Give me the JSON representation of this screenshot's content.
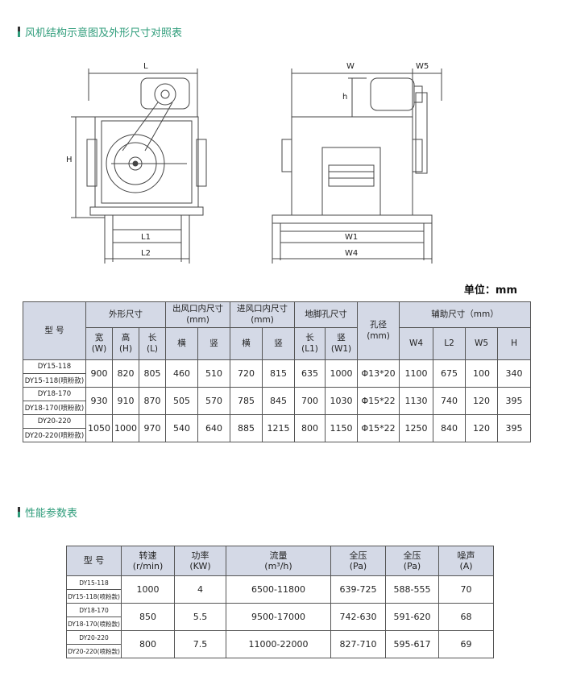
{
  "section1": {
    "title": "风机结构示意图及外形尺寸对照表"
  },
  "drawing": {
    "left_labels": {
      "L": "L",
      "H": "H",
      "L1": "L1",
      "L2": "L2"
    },
    "right_labels": {
      "W": "W",
      "W5": "W5",
      "h": "h",
      "W1": "W1",
      "W4": "W4"
    }
  },
  "unit_label": "单位：mm",
  "dims_table": {
    "headers": {
      "model": "型 号",
      "outer": "外形尺寸",
      "outlet": "出风口内尺寸\n(mm)",
      "inlet": "进风口内尺寸\n(mm)",
      "foot": "地脚孔尺寸",
      "hole": "孔径\n(mm)",
      "aux": "辅助尺寸（mm）",
      "sub": [
        "宽\n(W)",
        "高\n(H)",
        "长\n(L)",
        "横",
        "竖",
        "横",
        "竖",
        "长\n(L1)",
        "竖\n(W1)",
        "W4",
        "L2",
        "W5",
        "H"
      ]
    },
    "rows": [
      {
        "model_a": "DY15-118",
        "model_b": "DY15-118(喷粉款)",
        "values": [
          "900",
          "820",
          "805",
          "460",
          "510",
          "720",
          "815",
          "635",
          "1000",
          "Φ13*20",
          "1100",
          "675",
          "100",
          "340"
        ]
      },
      {
        "model_a": "DY18-170",
        "model_b": "DY18-170(喷粉款)",
        "values": [
          "930",
          "910",
          "870",
          "505",
          "570",
          "785",
          "845",
          "700",
          "1030",
          "Φ15*22",
          "1130",
          "740",
          "120",
          "395"
        ]
      },
      {
        "model_a": "DY20-220",
        "model_b": "DY20-220(喷粉款)",
        "values": [
          "1050",
          "1000",
          "970",
          "540",
          "640",
          "885",
          "1215",
          "800",
          "1150",
          "Φ15*22",
          "1250",
          "840",
          "120",
          "395"
        ]
      }
    ]
  },
  "section2": {
    "title": "性能参数表"
  },
  "perf_table": {
    "headers": [
      "型 号",
      "转速\n(r/min)",
      "功率\n(KW)",
      "流量\n(m³/h)",
      "全压\n(Pa)",
      "全压\n(Pa)",
      "噪声\n(A)"
    ],
    "rows": [
      {
        "model_a": "DY15-118",
        "model_b": "DY15-118(喷粉款)",
        "values": [
          "1000",
          "4",
          "6500-11800",
          "639-725",
          "588-555",
          "70"
        ]
      },
      {
        "model_a": "DY18-170",
        "model_b": "DY18-170(喷粉款)",
        "values": [
          "850",
          "5.5",
          "9500-17000",
          "742-630",
          "591-620",
          "68"
        ]
      },
      {
        "model_a": "DY20-220",
        "model_b": "DY20-220(喷粉款)",
        "values": [
          "800",
          "7.5",
          "11000-22000",
          "827-710",
          "595-617",
          "69"
        ]
      }
    ]
  }
}
